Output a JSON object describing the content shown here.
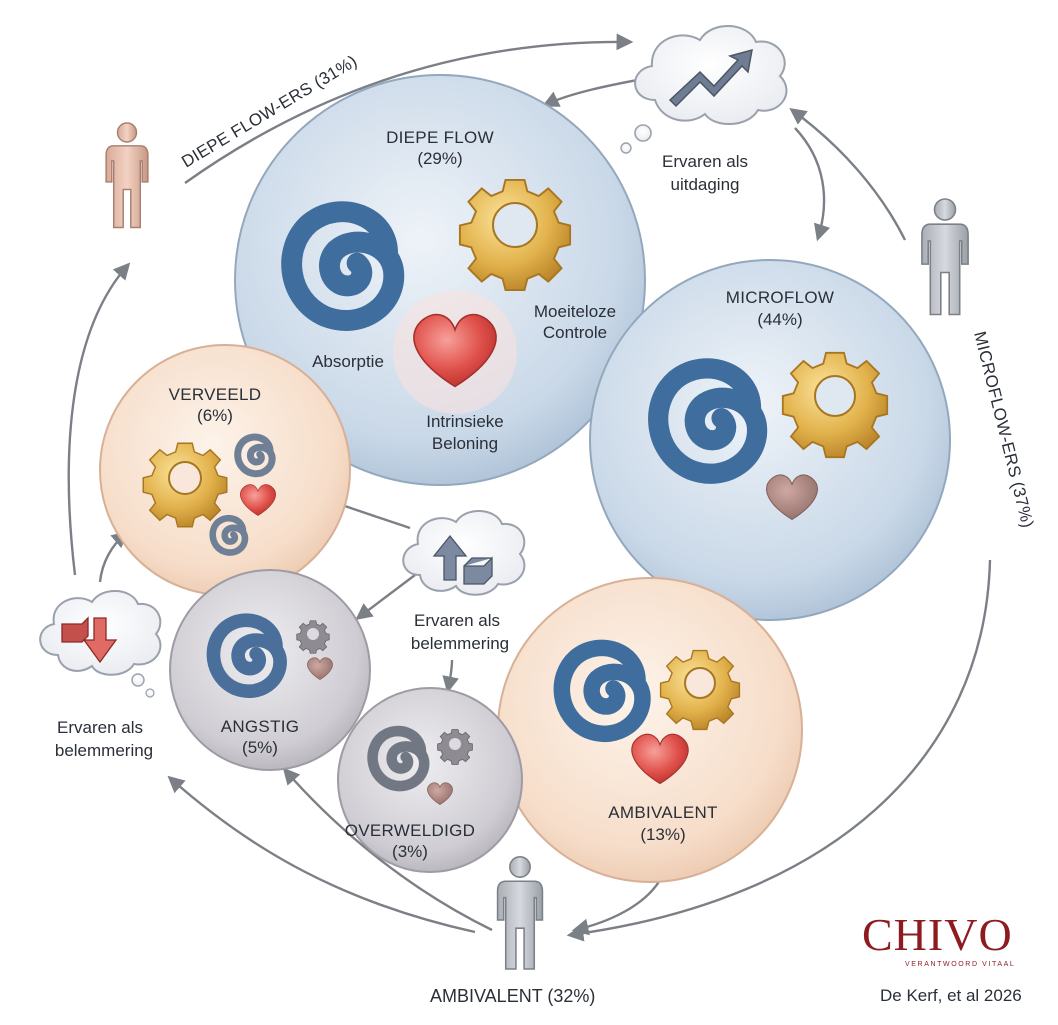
{
  "top_arc_label": "DIEPE FLOW-ERS (31%)",
  "right_arc_label": "MICROFLOW-ERS (37%)",
  "bottom_label": "AMBIVALENT (32%)",
  "credit": "De Kerf, et al 2026",
  "logo": {
    "name": "CHIVO",
    "tagline": "VERANTWOORD VITAAL"
  },
  "thoughts": {
    "challenge": [
      "Ervaren als",
      "uitdaging"
    ],
    "obstacle_center": [
      "Ervaren als",
      "belemmering"
    ],
    "obstacle_left": [
      "Ervaren als",
      "belemmering"
    ]
  },
  "states": {
    "deep_flow": {
      "name": "DIEPE FLOW",
      "pct": "(29%)"
    },
    "microflow": {
      "name": "MICROFLOW",
      "pct": "(44%)"
    },
    "bored": {
      "name": "VERVEELD",
      "pct": "(6%)"
    },
    "anxious": {
      "name": "ANGSTIG",
      "pct": "(5%)"
    },
    "overwhelmed": {
      "name": "OVERWELDIGD",
      "pct": "(3%)"
    },
    "ambivalent": {
      "name": "AMBIVALENT",
      "pct": "(13%)"
    }
  },
  "components": {
    "absorption": "Absorptie",
    "control": [
      "Moeiteloze",
      "Controle"
    ],
    "reward": [
      "Intrinsieke",
      "Beloning"
    ]
  },
  "colors": {
    "blue_bubble": "#c9d8e8",
    "peach_bubble": "#f6ddc9",
    "grey_bubble": "#cfcdd3",
    "gear": "#e2b24c",
    "swirl": "#3f6d9e",
    "heart": "#e0504a",
    "arrow": "#7b7f86",
    "brand": "#8d1b1f"
  }
}
